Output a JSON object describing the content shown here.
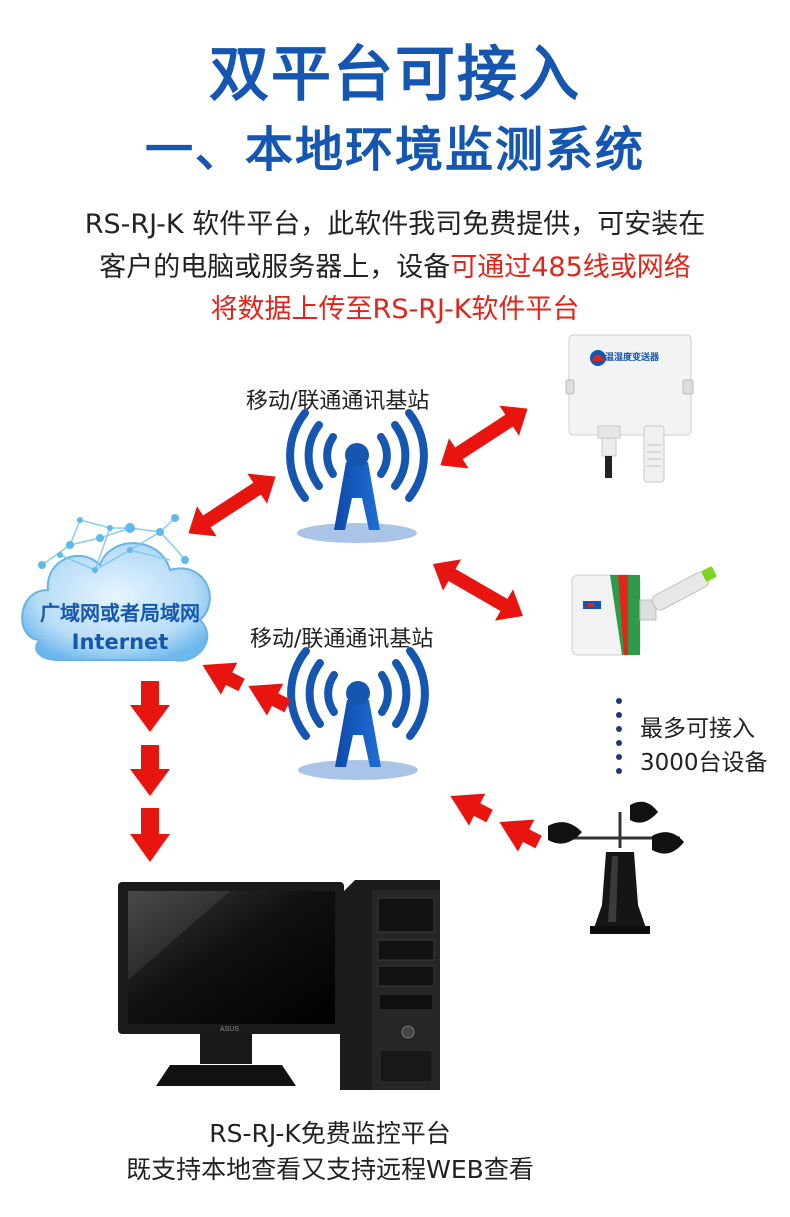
{
  "header": {
    "title": "双平台可接入",
    "subtitle": "一、本地环境监测系统"
  },
  "intro": {
    "line1": "RS-RJ-K 软件平台，此软件我司免费提供，可安装在",
    "line2_black": "客户的电脑或服务器上，设备",
    "line2_red": "可通过485线或网络",
    "line3_red": "将数据上传至RS-RJ-K软件平台"
  },
  "stations": {
    "top_label": "移动/联通通讯基站",
    "bottom_label": "移动/联通通讯基站"
  },
  "cloud": {
    "line1": "广域网或者局域网",
    "line2": "Internet"
  },
  "devices": {
    "transmitter_label": "温湿度变送器",
    "more_line1": "最多可接入",
    "more_line2": "3000台设备"
  },
  "computer": {
    "brand": "ASUS"
  },
  "footer": {
    "line1": "RS-RJ-K免费监控平台",
    "line2": "既支持本地查看又支持远程WEB查看"
  },
  "colors": {
    "brand_blue": "#1557b0",
    "accent_red": "#e1251b",
    "arrow_red": "#e8140f"
  }
}
